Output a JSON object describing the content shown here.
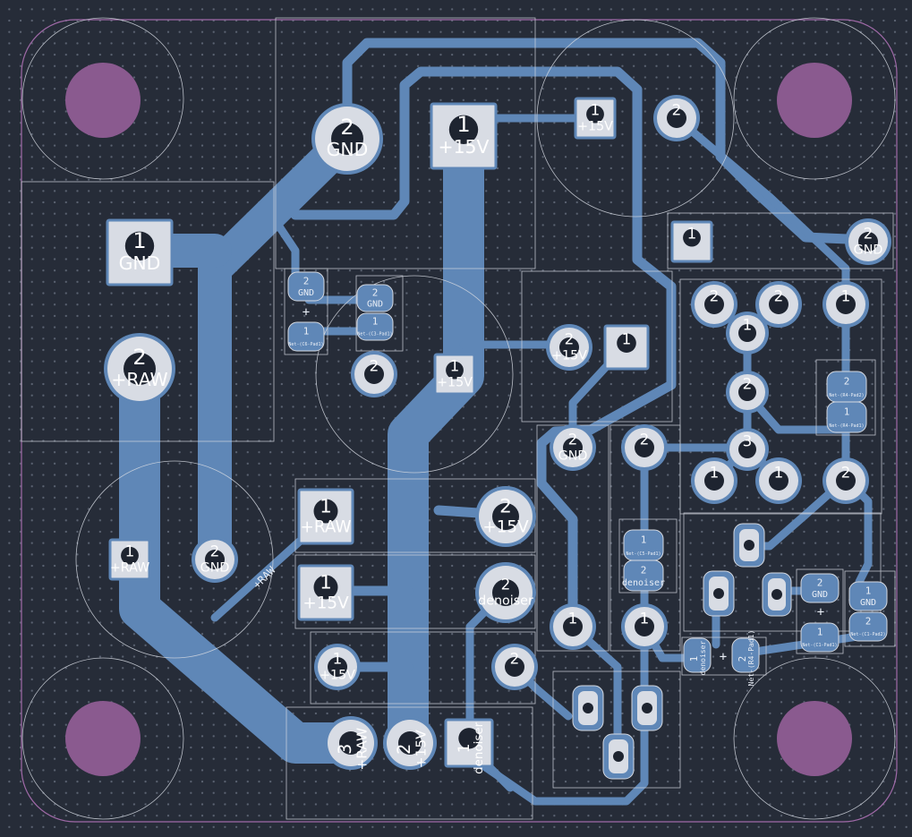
{
  "colors": {
    "background": "#262c38",
    "copper": "#5f87b7",
    "pad": "#d8dce4",
    "mount_hole": "#8a5a8f",
    "silkscreen": "#d4d8e0",
    "board_outline": "#a06aa8"
  },
  "pads": {
    "j_top_gnd": {
      "num": "2",
      "net": "GND"
    },
    "j_top_15v": {
      "num": "1",
      "net": "+15V"
    },
    "j_left_gnd": {
      "num": "1",
      "net": "GND"
    },
    "j_left_raw": {
      "num": "2",
      "net": "+RAW"
    },
    "reg_in_raw": {
      "num": "1",
      "net": "+RAW"
    },
    "reg_gnd": {
      "num": "2",
      "net": "GND"
    },
    "c_small_gnd_a": {
      "num": "2",
      "net": "GND"
    },
    "c_small_gnd_b": {
      "num": "2",
      "net": "GND"
    },
    "c_small_1a": {
      "num": "1",
      "net": "Net-(C6-Pad1)"
    },
    "c_small_1b": {
      "num": "1",
      "net": "Net-(C3-Pad1)"
    },
    "c_round_2": {
      "num": "2",
      "net": ""
    },
    "c_round_15v": {
      "num": "1",
      "net": "+15V"
    },
    "top_15v_sq": {
      "num": "1",
      "net": "+15V"
    },
    "top_2": {
      "num": "2",
      "net": ""
    },
    "mid_15v": {
      "num": "2",
      "net": "+15V"
    },
    "mid_sq_1": {
      "num": "1",
      "net": ""
    },
    "right_sq_1": {
      "num": "1",
      "net": ""
    },
    "right_gnd": {
      "num": "2",
      "net": "GND"
    },
    "row_raw": {
      "num": "1",
      "net": "+RAW"
    },
    "row_15v_r": {
      "num": "2",
      "net": "+15V"
    },
    "row_15v_l": {
      "num": "1",
      "net": "+15V"
    },
    "row_denoiser": {
      "num": "2",
      "net": "denoiser"
    },
    "row3_15v": {
      "num": "1",
      "net": "+15V"
    },
    "row3_2": {
      "num": "2",
      "net": ""
    },
    "bot_raw": {
      "num": "3",
      "net": "+RAW"
    },
    "bot_15v": {
      "num": "2",
      "net": "+15V"
    },
    "bot_denoiser": {
      "num": "1",
      "net": "denoiser"
    },
    "mid_gnd": {
      "num": "2",
      "net": "GND"
    },
    "mid_2": {
      "num": "2",
      "net": ""
    },
    "vert_1a": {
      "num": "1",
      "net": ""
    },
    "vert_1b": {
      "num": "1",
      "net": ""
    },
    "smd_net": {
      "num": "1",
      "net": "Net-(C5-Pad1)"
    },
    "smd_denoiser": {
      "num": "2",
      "net": "denoiser"
    },
    "ic_2a": {
      "num": "2",
      "net": ""
    },
    "ic_2b": {
      "num": "2",
      "net": ""
    },
    "ic_1a": {
      "num": "1",
      "net": ""
    },
    "ic_2c": {
      "num": "2",
      "net": ""
    },
    "ic_3": {
      "num": "3",
      "net": ""
    },
    "ic_1b": {
      "num": "1",
      "net": ""
    },
    "ic_1c": {
      "num": "1",
      "net": ""
    },
    "ic_r1": {
      "num": "1",
      "net": ""
    },
    "ic_r2": {
      "num": "2",
      "net": ""
    },
    "smd_r_2": {
      "num": "2",
      "net": "Net-(R4-Pad2)"
    },
    "smd_r_1": {
      "num": "1",
      "net": "Net-(R4-Pad1)"
    },
    "gnd_smd_a": {
      "num": "2",
      "net": "GND"
    },
    "gnd_smd_b": {
      "num": "1",
      "net": "GND"
    },
    "smd_cap_1": {
      "num": "1",
      "net": "Net-(C1-Pad1)"
    },
    "smd_cap_2": {
      "num": "2",
      "net": "Net-(C1-Pad2)"
    },
    "smd_den_1": {
      "num": "1",
      "net": "denoiser"
    },
    "smd_den_2": {
      "num": "2",
      "net": "Net-(R4-Pad1)"
    }
  },
  "silkscreen": {
    "raw_diag": "+RAW",
    "plus": "+"
  }
}
